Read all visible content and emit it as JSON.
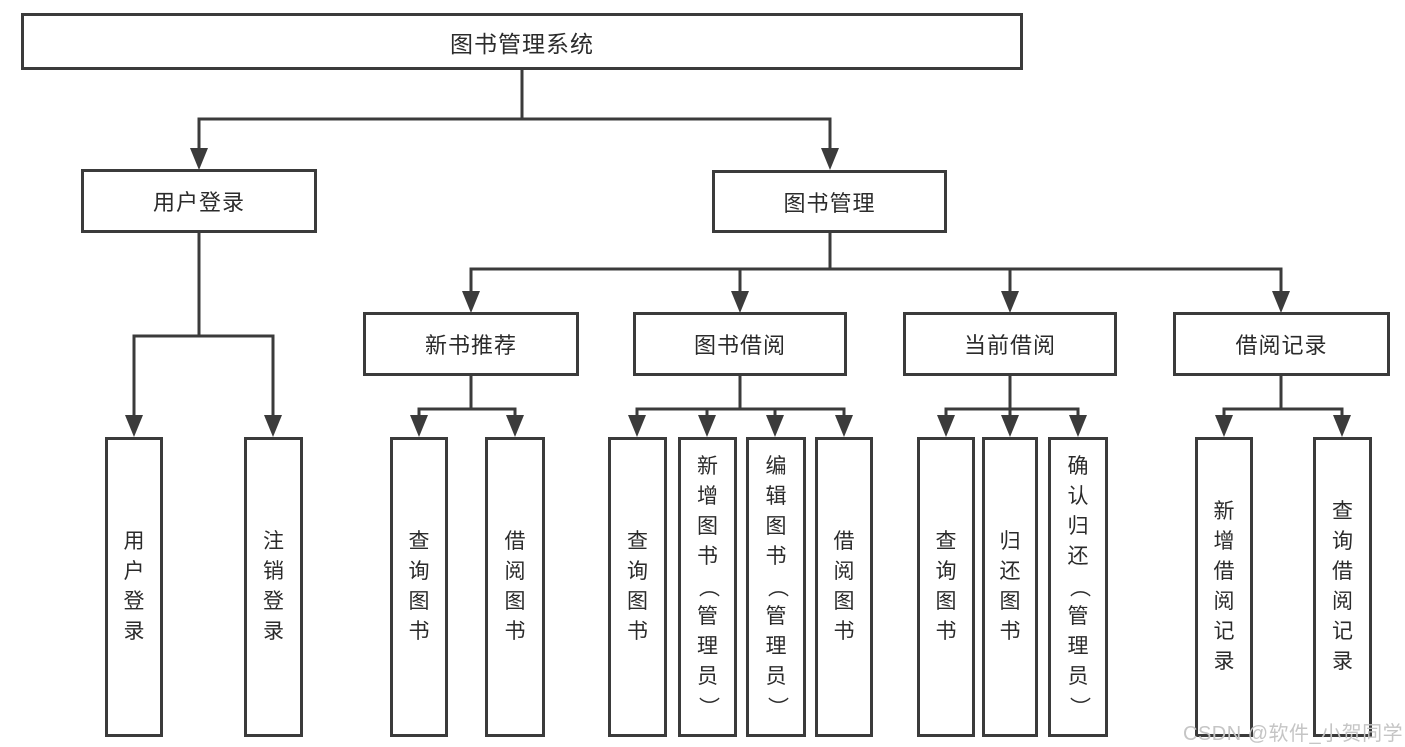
{
  "nodes": {
    "root": "图书管理系统",
    "level2": [
      "用户登录",
      "图书管理"
    ],
    "level3": [
      "新书推荐",
      "图书借阅",
      "当前借阅",
      "借阅记录"
    ],
    "leaves_login": [
      "用户登录",
      "注销登录"
    ],
    "leaves_recommend": [
      "查询图书",
      "借阅图书"
    ],
    "leaves_borrow": [
      "查询图书",
      "新增图书（管理员）",
      "编辑图书（管理员）",
      "借阅图书"
    ],
    "leaves_current": [
      "查询图书",
      "归还图书",
      "确认归还（管理员）"
    ],
    "leaves_records": [
      "新增借阅记录",
      "查询借阅记录"
    ]
  },
  "watermark": "CSDN @软件_小贺同学",
  "colors": {
    "line": "#3b3b3b",
    "text": "#2b2b2b",
    "background": "#ffffff",
    "watermark": "#c5c5c5"
  }
}
